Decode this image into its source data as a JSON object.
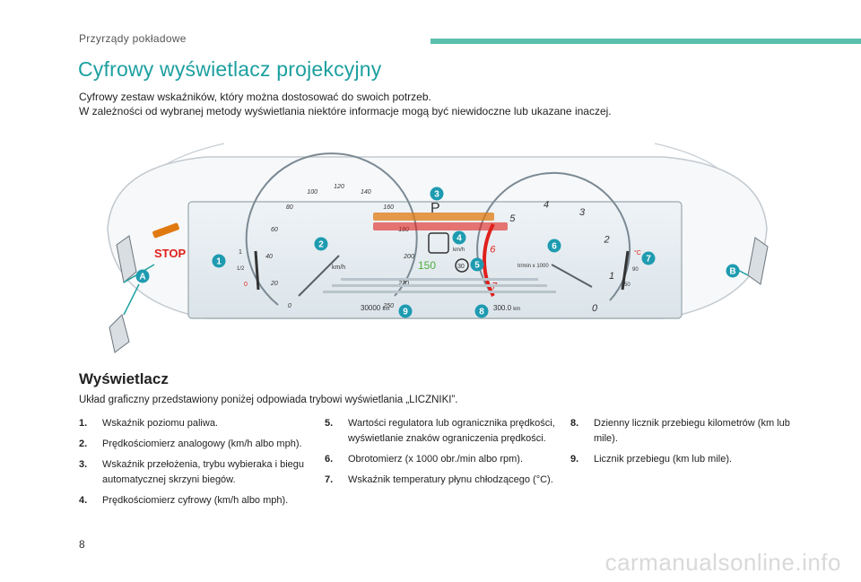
{
  "header": {
    "section": "Przyrządy pokładowe",
    "title": "Cyfrowy wyświetlacz projekcyjny",
    "intro_line1": "Cyfrowy zestaw wskaźników, który można dostosować do swoich potrzeb.",
    "intro_line2": "W zależności od wybranej metody wyświetlania niektóre informacje mogą być niewidoczne lub ukazane inaczej."
  },
  "figure": {
    "callouts": [
      "1",
      "2",
      "3",
      "4",
      "5",
      "6",
      "7",
      "8",
      "9"
    ],
    "side_labels": [
      "A",
      "B"
    ],
    "stop_label": "STOP",
    "gear_label": "P",
    "speed_unit": "km/h",
    "speed_ticks": [
      "0",
      "20",
      "40",
      "60",
      "80",
      "100",
      "120",
      "140",
      "160",
      "180",
      "200",
      "220",
      "250"
    ],
    "rpm_ticks": [
      "0",
      "1",
      "2",
      "3",
      "4",
      "5",
      "6",
      "7"
    ],
    "rpm_unit": "tr/min x 1000",
    "digital_speed_unit": "km/h",
    "limiter_value": "150",
    "limiter_badge": "30",
    "odo_total": "30000",
    "odo_trip": "300.0",
    "odo_unit": "km",
    "fuel_labels": [
      "1",
      "1/2",
      "0"
    ],
    "temp_labels": [
      "°C",
      "90",
      "50"
    ]
  },
  "display": {
    "title": "Wyświetlacz",
    "note": "Układ graficzny przedstawiony poniżej odpowiada trybowi wyświetlania „LICZNIKI”."
  },
  "items": [
    {
      "num": "1.",
      "text": "Wskaźnik poziomu paliwa."
    },
    {
      "num": "2.",
      "text": "Prędkościomierz analogowy (km/h albo mph)."
    },
    {
      "num": "3.",
      "text": "Wskaźnik przełożenia, trybu wybieraka i biegu automatycznej skrzyni biegów."
    },
    {
      "num": "4.",
      "text": "Prędkościomierz cyfrowy (km/h albo mph)."
    },
    {
      "num": "5.",
      "text": "Wartości regulatora lub ogranicznika prędkości, wyświetlanie znaków ograniczenia prędkości."
    },
    {
      "num": "6.",
      "text": "Obrotomierz (x 1000 obr./min albo rpm)."
    },
    {
      "num": "7.",
      "text": "Wskaźnik temperatury płynu chłodzącego (°C)."
    },
    {
      "num": "8.",
      "text": "Dzienny licznik przebiegu kilometrów (km lub mile)."
    },
    {
      "num": "9.",
      "text": "Licznik przebiegu (km lub mile)."
    }
  ],
  "footer": {
    "page_number": "8",
    "watermark": "carmanualsonline.info"
  },
  "colors": {
    "accent": "#1d9fa0",
    "bar": "#5bbfad",
    "callout": "#1e9bb0",
    "warning_orange": "#e07a10",
    "warning_red": "#e0201c"
  }
}
